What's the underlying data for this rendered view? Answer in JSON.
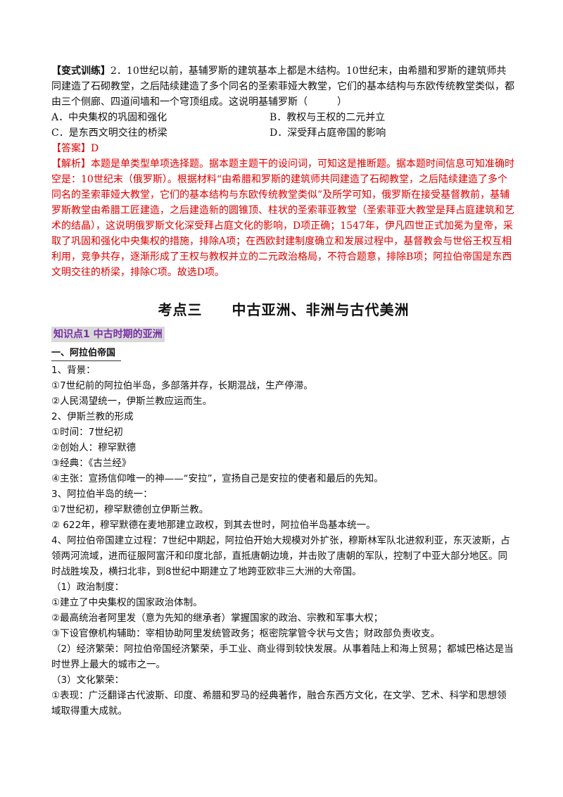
{
  "exercise": {
    "label": "【变式训练】",
    "stem": "2．10世纪以前，基辅罗斯的建筑基本上都是木结构。10世纪末，由希腊和罗斯的建筑师共同建造了石砌教堂，之后陆续建造了多个同名的圣索菲娅大教堂，它们的基本结构与东欧传统教堂类似，都由三个侧廊、四道间墙和一个穹顶组成。这说明基辅罗斯（　　　）",
    "options": {
      "a": "A．中央集权的巩固和强化",
      "b": "B．教权与王权的二元并立",
      "c": "C．是东西文明交往的桥梁",
      "d": "D．深受拜占庭帝国的影响"
    },
    "answer_label": "【答案】",
    "answer_value": "D",
    "analysis_label": "【解析】",
    "analysis_text": "本题是单类型单项选择题。据本题主题干的设问词，可知这是推断题。据本题时间信息可知准确时空是：10世纪末（俄罗斯）。根据材料“由希腊和罗斯的建筑师共同建造了石砌教堂，之后陆续建造了多个同名的圣索菲娅大教堂，它们的基本结构与东欧传统教堂类似”及所学可知，俄罗斯在接受基督教前，基辅罗斯教堂由希腊工匠建造，之后建造新的圆锥顶、柱状的圣索菲亚教堂（圣索菲亚大教堂是拜占庭建筑和艺术的结晶），这说明俄罗斯文化深受拜占庭文化的影响，D项正确；1547年，伊凡四世正式加冕为皇帝，采取了巩固和强化中央集权的措施，排除A项；在西欧封建制度确立和发展过程中，基督教会与世俗王权互相利用，竞争共存，逐渐形成了王权与教权并立的二元政治格局，不符合题意，排除B项；阿拉伯帝国是东西文明交往的桥梁，排除C项。故选D项。"
  },
  "section_title": "考点三　　中古亚洲、非洲与古代美洲",
  "knowledge_point": "知识点1  中古时期的亚洲",
  "subheading": "一、阿拉伯帝国",
  "lines": {
    "l1": "1、背景：",
    "l2": "①7世纪前的阿拉伯半岛，多部落并存，长期混战，生产停滞。",
    "l3": "②人民渴望统一，伊斯兰教应运而生。",
    "l4": "2、伊斯兰教的形成",
    "l5": "①时间：7世纪初",
    "l6": "②创始人：穆罕默德",
    "l7": "③经典：《古兰经》",
    "l8": "④主张：宣扬信仰唯一的神——“安拉”，宣扬自己是安拉的使者和最后的先知。",
    "l9": "3、阿拉伯半岛的统一：",
    "l10": "①7世纪初，穆罕默德创立伊斯兰教。",
    "l11": "② 622年，穆罕默德在麦地那建立政权，到其去世时，阿拉伯半岛基本统一。",
    "l12": "4、阿拉伯帝国建立过程：7世纪中期起，阿拉伯开始大规模对外扩张，穆斯林军队北进叙利亚，东灭波斯，占领两河流域，进而征服阿富汗和印度北部，直抵唐朝边境，并击败了唐朝的军队，控制了中亚大部分地区。同时战胜埃及，横扫北非，到8世纪中期建立了地跨亚欧非三大洲的大帝国。",
    "l13": "（1）政治制度：",
    "l14": "①建立了中央集权的国家政治体制。",
    "l15": "②最高统治者阿里发（意为先知的继承者）掌握国家的政治、宗教和军事大权；",
    "l16": "③下设官僚机构辅助：宰相协助阿里发统管政务；枢密院掌管令状与文告；财政部负责收支。",
    "l17": "（2）经济繁荣：阿拉伯帝国经济繁荣，手工业、商业得到较快发展。从事着陆上和海上贸易；都城巴格达是当时世界上最大的城市之一。",
    "l18": "（3）文化繁荣：",
    "l19": "①表现：广泛翻译古代波斯、印度、希腊和罗马的经典著作，融合东西方文化，在文学、艺术、科学和思想领域取得重大成就。"
  }
}
